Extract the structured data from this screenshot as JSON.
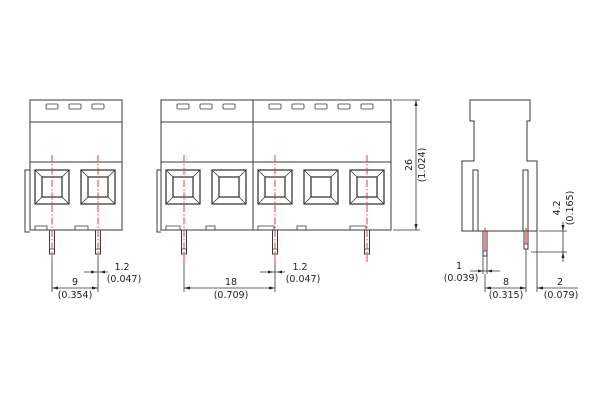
{
  "drawing": {
    "title": "PCB terminal block dimension drawing",
    "views": [
      {
        "name": "front-view-2-pole",
        "poles": 2
      },
      {
        "name": "front-view-5-pole",
        "poles": 5
      },
      {
        "name": "side-view"
      }
    ],
    "colors": {
      "outline": "#3a3a3a",
      "centerline": "#e8393f",
      "background": "#ffffff"
    }
  },
  "dimensions": {
    "pitch_2pole": {
      "mm": "9",
      "in": "(0.354)"
    },
    "pin_width_2pole": {
      "mm": "1.2",
      "in": "(0.047)"
    },
    "span_5pole": {
      "mm": "18",
      "in": "(0.709)"
    },
    "pin_width_5pole": {
      "mm": "1.2",
      "in": "(0.047)"
    },
    "height": {
      "mm": "26",
      "in": "(1.024)"
    },
    "pin_length": {
      "mm": "4.2",
      "in": "(0.165)"
    },
    "side_pin_width": {
      "mm": "1",
      "in": "(0.039)"
    },
    "side_pin_spacing": {
      "mm": "8",
      "in": "(0.315)"
    },
    "side_offset": {
      "mm": "2",
      "in": "(0.079)"
    }
  }
}
